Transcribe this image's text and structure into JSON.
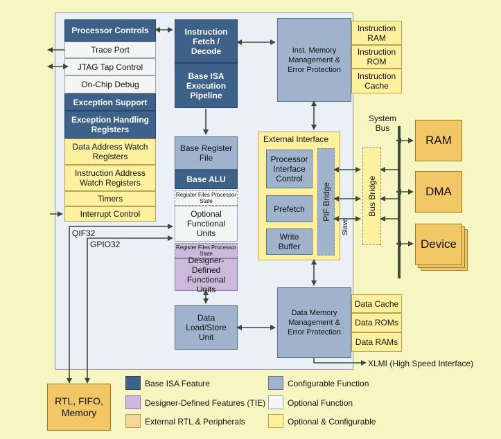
{
  "left_column": {
    "processor_controls": "Processor  Controls",
    "trace_port": "Trace Port",
    "jtag": "JTAG Tap Control",
    "onchip_debug": "On-Chip Debug",
    "exception_support": "Exception  Support",
    "exception_regs": "Exception  Handling Registers",
    "data_watch": "Data Address Watch Registers",
    "instr_watch": "Instruction Address Watch Registers",
    "timers": "Timers",
    "interrupt": "Interrupt Control"
  },
  "center_column": {
    "ifetch": "Instruction Fetch / Decode",
    "base_isa": "Base ISA Execution Pipeline",
    "base_regfile": "Base Register File",
    "base_alu": "Base ALU",
    "rf_ps_1": "Register Files Processor State",
    "optional_fu": "Optional Functional Units",
    "rf_ps_2": "Register Files Processor State",
    "designer_fu": "Designer- Defined Functional Units",
    "data_ls": "Data Load/Store Unit"
  },
  "memory": {
    "inst_mem": "Inst. Memory Management  & Error Protection",
    "instr_ram": "Instruction RAM",
    "instr_rom": "Instruction ROM",
    "instr_cache": "Instruction Cache",
    "data_mem": "Data Memory Management & Error Protection",
    "data_cache": "Data Cache",
    "data_roms": "Data ROMs",
    "data_rams": "Data RAMs"
  },
  "external": {
    "title": "External Interface",
    "pic": "Processor Interface Control",
    "prefetch": "Prefetch",
    "write_buffer": "Write Buffer",
    "pif_bridge": "PIF Bridge",
    "slave": "Slave",
    "bus_bridge": "Bus Bridge",
    "system_bus": "System Bus",
    "ram": "RAM",
    "dma": "DMA",
    "device": "Device"
  },
  "signals": {
    "qif32": "QIF32",
    "gpio32": "GPIO32",
    "xlmi": "XLMI (High Speed Interface)",
    "rtl_fifo": "RTL, FIFO, Memory"
  },
  "legend": {
    "base_isa": "Base  ISA  Feature",
    "designer": "Designer-Defined Features (TIE)",
    "external_rtl": "External RTL & Peripherals",
    "configurable": "Configurable  Function",
    "optional": "Optional Function",
    "opt_config": "Optional & Configurable"
  },
  "colors": {
    "navy": "#3e6189",
    "blue": "#9fb4cc",
    "white": "#f4f6f6",
    "yellow": "#fdf1a0",
    "lilac": "#cbbadb",
    "orange": "#f2c766"
  }
}
